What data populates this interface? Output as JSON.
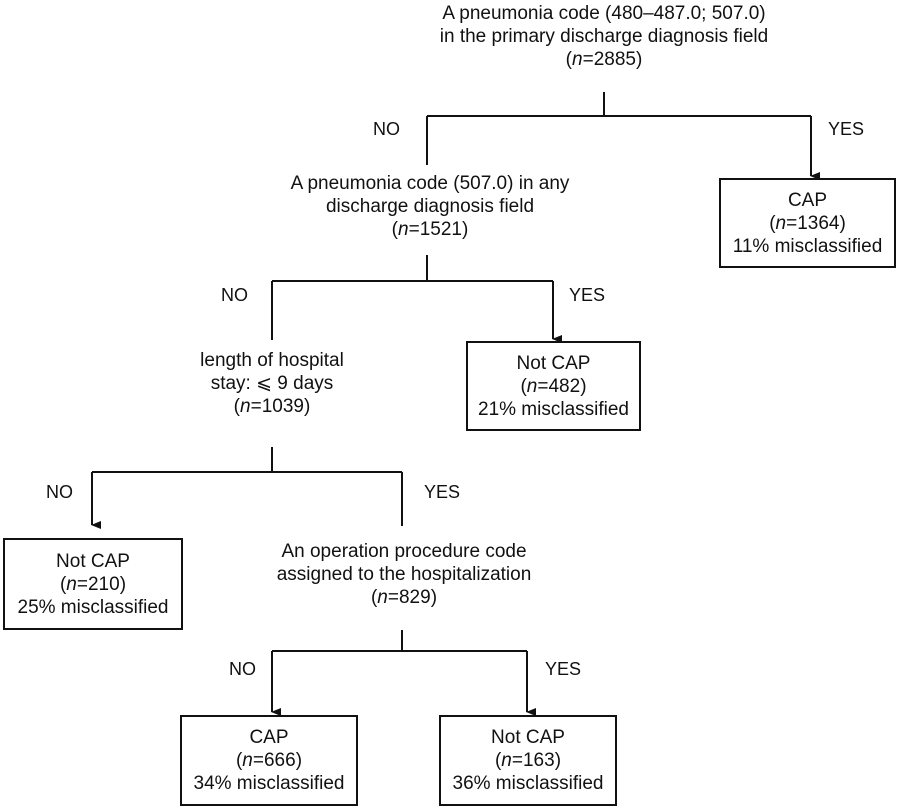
{
  "root": {
    "line1": "A pneumonia code (480–487.0; 507.0)",
    "line2": "in the primary discharge diagnosis field",
    "n": "2885"
  },
  "node2": {
    "line1": "A pneumonia code (507.0) in any",
    "line2": "discharge diagnosis field",
    "n": "1521"
  },
  "node3": {
    "line1": "length of hospital",
    "line2": "stay: ⩽ 9 days",
    "n": "1039"
  },
  "node4": {
    "line1": "An operation procedure code",
    "line2": "assigned to the hospitalization",
    "n": "829"
  },
  "leaves": {
    "cap_1364": {
      "label": "CAP",
      "n": "1364",
      "misclass": "11% misclassified"
    },
    "notcap_482": {
      "label": "Not CAP",
      "n": "482",
      "misclass": "21% misclassified"
    },
    "notcap_210": {
      "label": "Not CAP",
      "n": "210",
      "misclass": "25% misclassified"
    },
    "cap_666": {
      "label": "CAP",
      "n": "666",
      "misclass": "34% misclassified"
    },
    "notcap_163": {
      "label": "Not CAP",
      "n": "163",
      "misclass": "36% misclassified"
    }
  },
  "branches": {
    "no": "NO",
    "yes": "YES"
  },
  "n_prefix": "n",
  "colors": {
    "line": "#111111",
    "background": "#ffffff"
  }
}
